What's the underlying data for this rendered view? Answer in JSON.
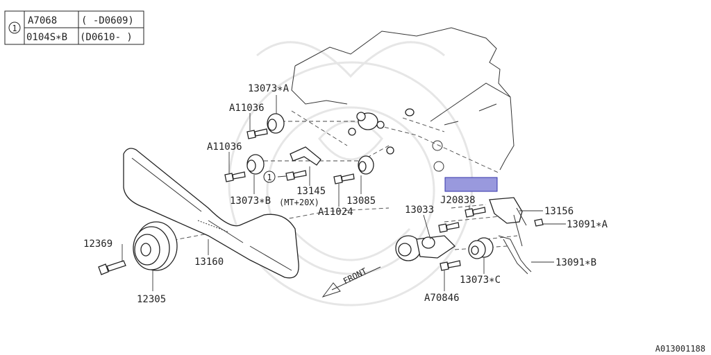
{
  "table": {
    "ref_mark": "1",
    "rows": [
      {
        "part": "A7068",
        "range": "( -D0609)"
      },
      {
        "part": "0104S∗B",
        "range": "(D0610- )"
      }
    ]
  },
  "labels": {
    "p13073A": "13073∗A",
    "pA11036a": "A11036",
    "pA11036b": "A11036",
    "ref1": "1",
    "p13145": "13145",
    "mt_note": "(MT+20X)",
    "p13073B": "13073∗B",
    "p13085": "13085",
    "pA11024": "A11024",
    "pJ20838": "J20838",
    "p13033": "13033",
    "p13156": "13156",
    "p13091A": "13091∗A",
    "p13091B": "13091∗B",
    "p13073C": "13073∗C",
    "pA70846": "A70846",
    "p12369": "12369",
    "p12305": "12305",
    "p13160": "13160",
    "front": "FRONT"
  },
  "figure_id": "A013001188",
  "colors": {
    "line": "#222222",
    "highlight_fill": "#9999dd",
    "highlight_stroke": "#3333aa",
    "watermark": "#e6e6e6"
  }
}
